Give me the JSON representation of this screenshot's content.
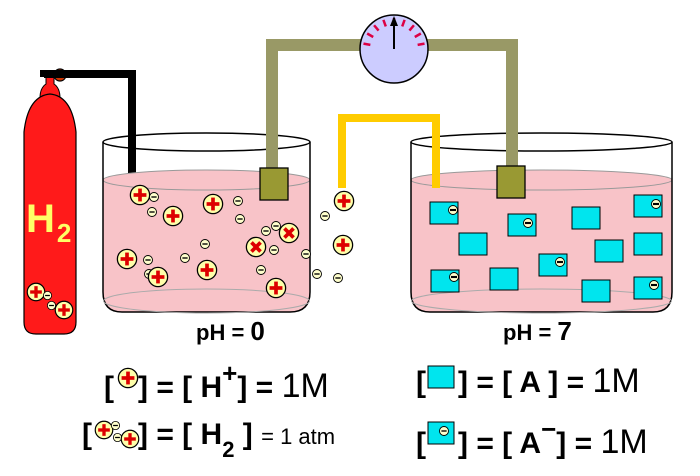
{
  "cylinder": {
    "label_main": "H",
    "label_sub": "2"
  },
  "beaker_left": {
    "ph_label": "pH = ",
    "ph_value": "0"
  },
  "beaker_right": {
    "ph_label": "pH = ",
    "ph_value": "7"
  },
  "eq_h_plus": {
    "open": "[",
    "close": "] = [ H",
    "sup": "+",
    "tail": "] =",
    "value": "1M"
  },
  "eq_h2": {
    "open": "[",
    "close": "] = [",
    "species": "H",
    "sub": "2",
    "tail": "]",
    "value": "= 1 atm"
  },
  "eq_a": {
    "open": "[",
    "close": "] = [ A ] =",
    "value": "1M"
  },
  "eq_a_minus": {
    "open": "[",
    "close": "] = [ A",
    "sup": "−",
    "tail": "] =",
    "value": "1M"
  },
  "colors": {
    "cylinder": "#ff1a1a",
    "solution": "#f8c3c8",
    "salt_bridge": "#ffcc00",
    "wire": "#999966",
    "electrode": "#999933",
    "meter_face": "#ccccff",
    "square_ion": "#00e5ee",
    "proton": "#ffffaa",
    "plus_sign": "#dd0000"
  }
}
